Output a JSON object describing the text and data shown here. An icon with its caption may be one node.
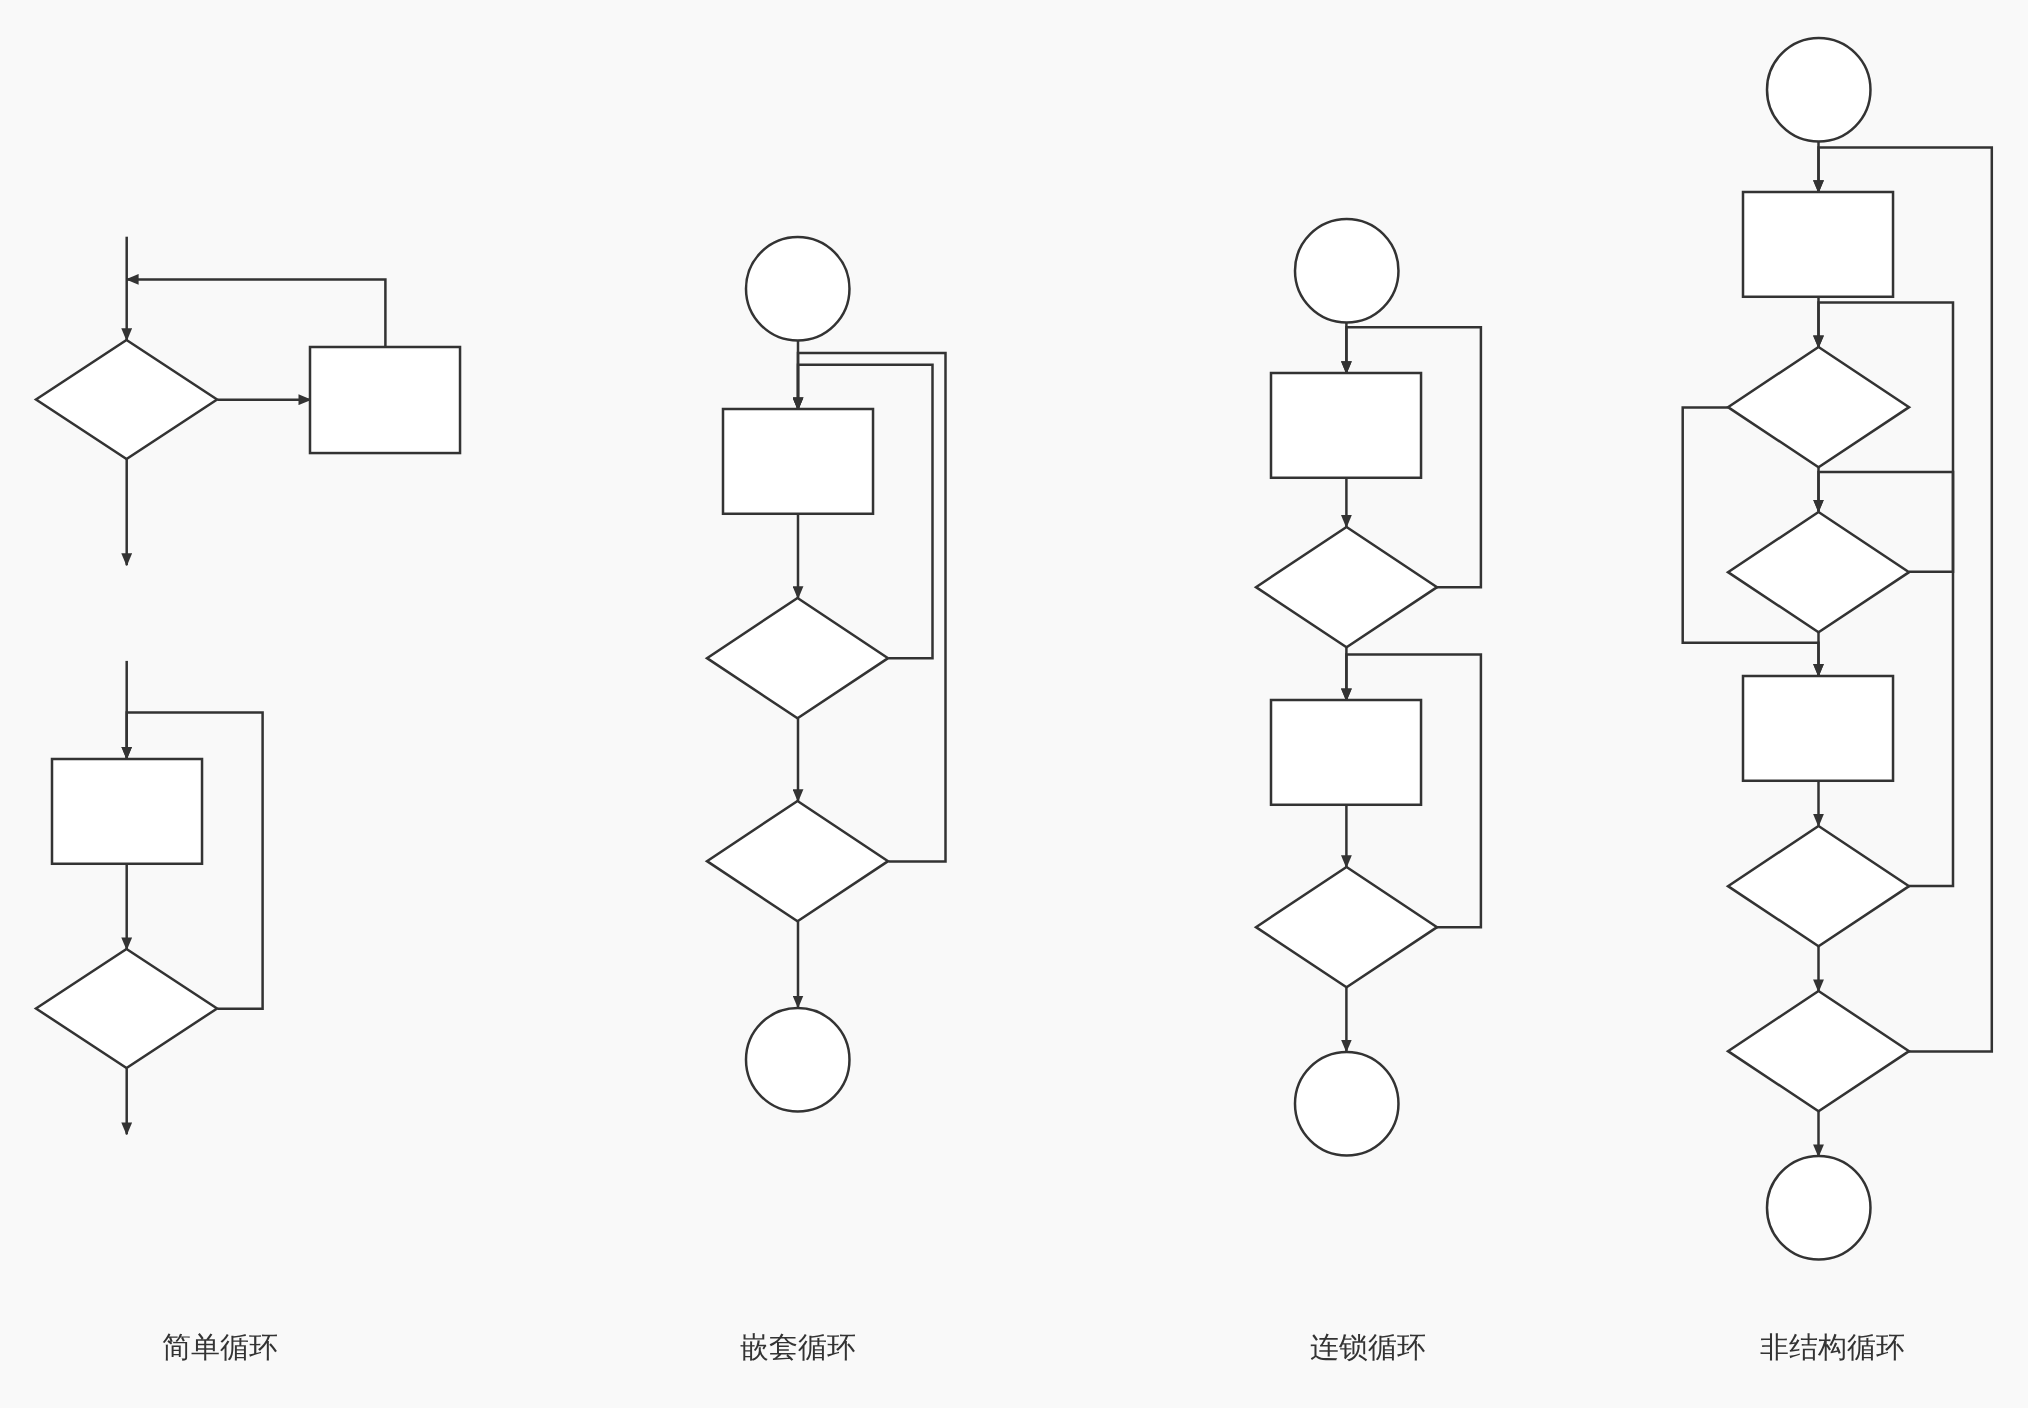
{
  "diagram": {
    "nodes": [
      {
        "text": [],
        "shape": "diamond"
      },
      {
        "text": [],
        "shape": "box"
      },
      {
        "text": [],
        "shape": "box"
      },
      {
        "text": [],
        "shape": "diamond"
      },
      {
        "text": [],
        "shape": "circle"
      },
      {
        "text": [],
        "shape": "box"
      },
      {
        "text": [],
        "shape": "diamond"
      },
      {
        "text": [],
        "shape": "diamond"
      },
      {
        "text": [],
        "shape": "circle"
      },
      {
        "text": [],
        "shape": "circle"
      },
      {
        "text": [],
        "shape": "box"
      },
      {
        "text": [],
        "shape": "diamond"
      },
      {
        "text": [],
        "shape": "box"
      },
      {
        "text": [],
        "shape": "diamond"
      },
      {
        "text": [],
        "shape": "circle"
      },
      {
        "text": [],
        "shape": "circle"
      },
      {
        "text": [],
        "shape": "box"
      },
      {
        "text": [],
        "shape": "diamond"
      },
      {
        "text": [],
        "shape": "diamond"
      },
      {
        "text": [],
        "shape": "box"
      },
      {
        "text": [],
        "shape": "diamond"
      },
      {
        "text": [],
        "shape": "diamond"
      },
      {
        "text": [],
        "shape": "circle"
      }
    ],
    "edges": [
      {
        "from": null,
        "to": 0,
        "arrow": "to"
      },
      {
        "from": 0,
        "to": 1,
        "arrow": "to"
      },
      {
        "from": 1,
        "to": null,
        "arrow": "to"
      },
      {
        "from": 0,
        "to": null,
        "arrow": "to"
      },
      {
        "from": null,
        "to": 2,
        "arrow": "to"
      },
      {
        "from": 2,
        "to": 3,
        "arrow": "to"
      },
      {
        "from": 3,
        "to": 2,
        "arrow": "to"
      },
      {
        "from": 3,
        "to": null,
        "arrow": "to"
      },
      {
        "from": 4,
        "to": 5,
        "arrow": "to"
      },
      {
        "from": 5,
        "to": 6,
        "arrow": "to"
      },
      {
        "from": 6,
        "to": 7,
        "arrow": "to"
      },
      {
        "from": 7,
        "to": 8,
        "arrow": "to"
      },
      {
        "from": 6,
        "to": 5,
        "arrow": "to"
      },
      {
        "from": 7,
        "to": 5,
        "arrow": "to"
      },
      {
        "from": 9,
        "to": 10,
        "arrow": "to"
      },
      {
        "from": 10,
        "to": 11,
        "arrow": "to"
      },
      {
        "from": 11,
        "to": 12,
        "arrow": "to"
      },
      {
        "from": 12,
        "to": 13,
        "arrow": "to"
      },
      {
        "from": 13,
        "to": 14,
        "arrow": "to"
      },
      {
        "from": 11,
        "to": 10,
        "arrow": "to"
      },
      {
        "from": 13,
        "to": 12,
        "arrow": "to"
      },
      {
        "from": 15,
        "to": 16,
        "arrow": "to"
      },
      {
        "from": 16,
        "to": 17,
        "arrow": "to"
      },
      {
        "from": 17,
        "to": 18,
        "arrow": "to"
      },
      {
        "from": 18,
        "to": 19,
        "arrow": "to"
      },
      {
        "from": 19,
        "to": 20,
        "arrow": "to"
      },
      {
        "from": 20,
        "to": 21,
        "arrow": "to"
      },
      {
        "from": 21,
        "to": 22,
        "arrow": "to"
      },
      {
        "from": 21,
        "to": 16,
        "arrow": "to"
      },
      {
        "from": 20,
        "to": 17,
        "arrow": "to"
      },
      {
        "from": 18,
        "to": 18,
        "arrow": "to"
      },
      {
        "from": 17,
        "to": 19,
        "arrow": "to"
      }
    ],
    "labels": [
      "简单循环",
      "嵌套循环",
      "连锁循环",
      "非结构循环"
    ]
  }
}
